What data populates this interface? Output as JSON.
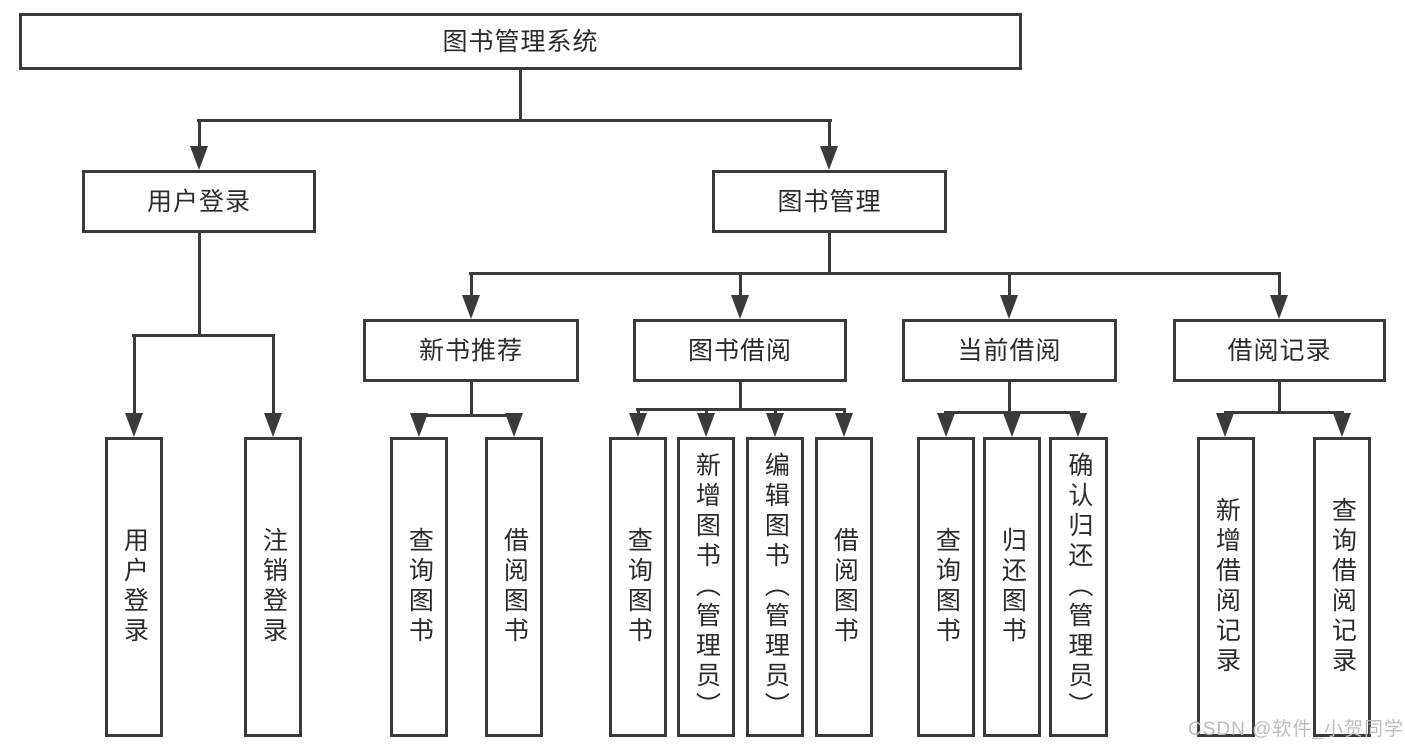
{
  "colors": {
    "line": "#3a3a3a",
    "text": "#2b2b2b",
    "background": "#ffffff",
    "box_bg": "#ffffff",
    "watermark": "#bcbcbc"
  },
  "watermark": "CSDN @软件_小贺同学",
  "nodes": {
    "root": "图书管理系统",
    "user_login": "用户登录",
    "book_management": "图书管理",
    "new_book_recommend": "新书推荐",
    "book_borrowing": "图书借阅",
    "current_borrowing": "当前借阅",
    "borrowing_records": "借阅记录",
    "leaf_user_login": "用户登录",
    "leaf_logout": "注销登录",
    "leaf_query_books_a": "查询图书",
    "leaf_borrow_books_a": "借阅图书",
    "leaf_query_books_b": "查询图书",
    "leaf_add_book_admin": "新增图书（管理员）",
    "leaf_edit_book_admin": "编辑图书（管理员）",
    "leaf_borrow_books_b": "借阅图书",
    "leaf_query_books_c": "查询图书",
    "leaf_return_books": "归还图书",
    "leaf_confirm_return_admin": "确认归还（管理员）",
    "leaf_add_borrow_record": "新增借阅记录",
    "leaf_query_borrow_record": "查询借阅记录"
  }
}
